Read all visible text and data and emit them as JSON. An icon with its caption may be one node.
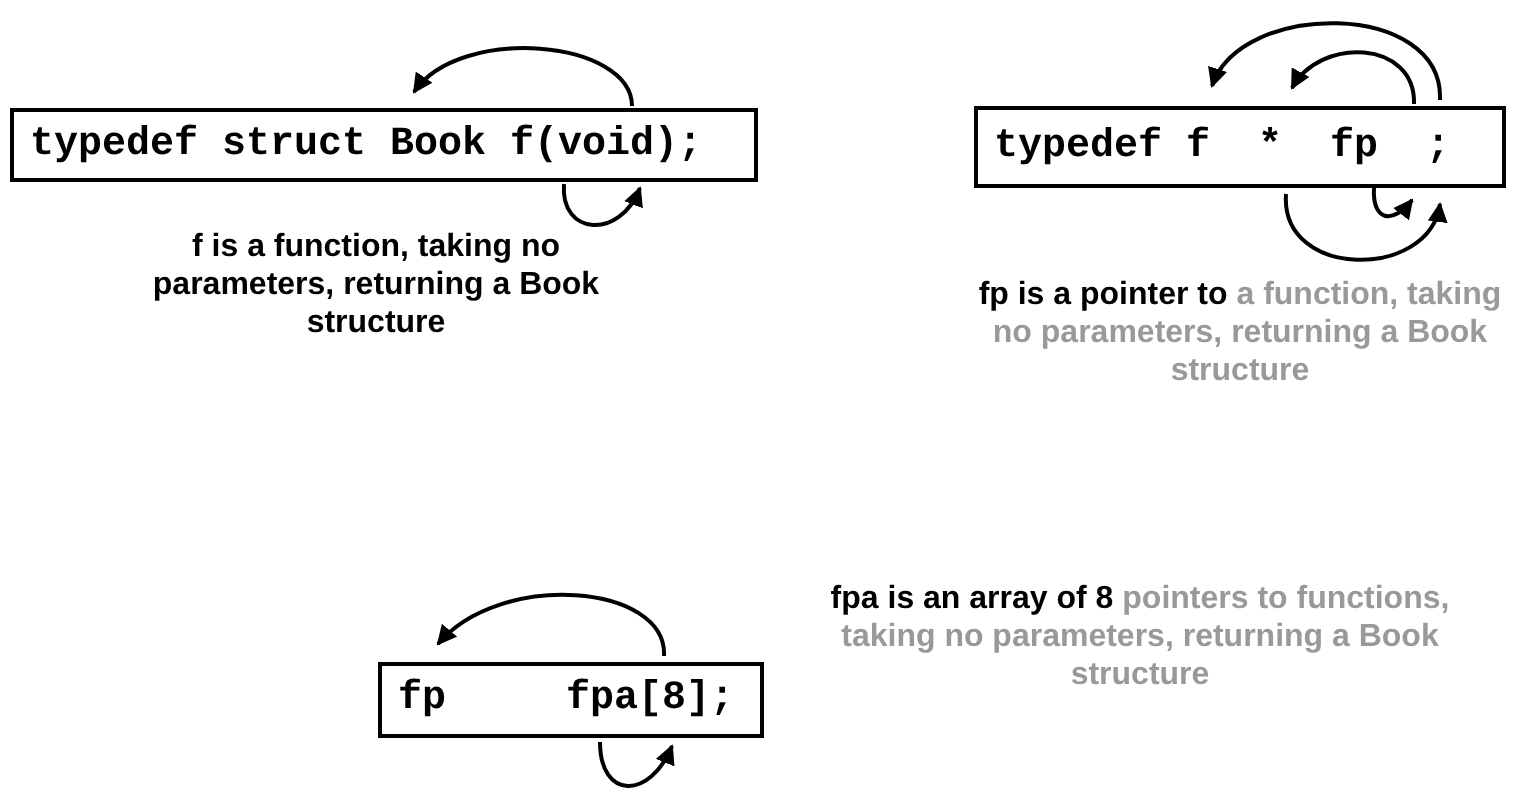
{
  "diagram": {
    "nodes": [
      {
        "text": [
          "typedef struct Book f(void);"
        ],
        "beside": [
          "f is a function, taking no parameters, returning a Book structure"
        ]
      },
      {
        "text": [
          "typedef f  *  fp  ;"
        ],
        "beside": [
          "fp is a pointer to",
          "a function, taking no parameters, returning a Book structure"
        ]
      },
      {
        "text": [
          "fp     fpa[8];"
        ],
        "beside": [
          "fpa is an array of 8",
          "pointers to functions, taking no parameters, returning a Book structure"
        ]
      }
    ],
    "edges": []
  }
}
